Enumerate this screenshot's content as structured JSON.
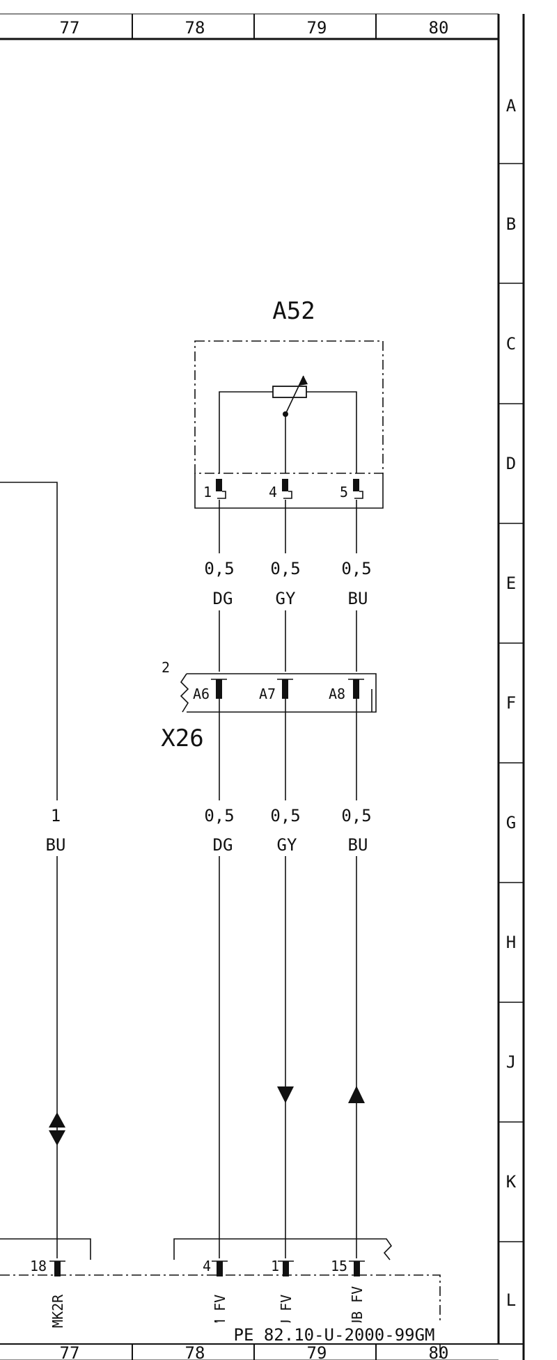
{
  "columns": [
    "77",
    "78",
    "79",
    "80"
  ],
  "rows": [
    "A",
    "B",
    "C",
    "D",
    "E",
    "F",
    "G",
    "H",
    "J",
    "K",
    "L"
  ],
  "component_a52": {
    "label": "A52",
    "pins": [
      "1",
      "4",
      "5"
    ]
  },
  "wires_upper": [
    {
      "size": "0,5",
      "color": "DG"
    },
    {
      "size": "0,5",
      "color": "GY"
    },
    {
      "size": "0,5",
      "color": "BU"
    }
  ],
  "connector_x26": {
    "label": "X26",
    "index": "2",
    "pins": [
      "A6",
      "A7",
      "A8"
    ]
  },
  "wires_lower": [
    {
      "size": "0,5",
      "color": "DG"
    },
    {
      "size": "0,5",
      "color": "GY"
    },
    {
      "size": "0,5",
      "color": "BU"
    }
  ],
  "wire_left": {
    "size": "1",
    "color": "BU"
  },
  "module_pins": [
    {
      "number": "18",
      "signal": "MK2R"
    },
    {
      "number": "4",
      "signal": "M FV"
    },
    {
      "number": "1",
      "signal": "U FV"
    },
    {
      "number": "15",
      "signal": "UB FV"
    }
  ],
  "footer": {
    "reference": "PE  82.10-U-2000-99GM"
  }
}
